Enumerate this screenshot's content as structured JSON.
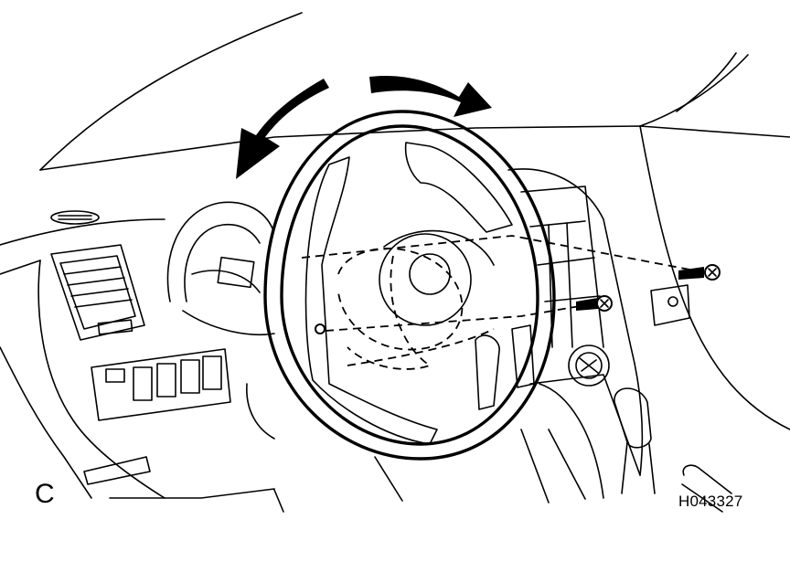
{
  "figure": {
    "view_letter": "C",
    "figure_code": "H043327"
  },
  "colors": {
    "ink": "#000000",
    "paper": "#ffffff"
  },
  "parts": {
    "steering_wheel": "steering-wheel",
    "rotation_arrows": [
      "rotate-left-arrow-icon",
      "rotate-right-arrow-icon"
    ],
    "screws": [
      "upper-screw-icon",
      "lower-screw-icon"
    ]
  }
}
